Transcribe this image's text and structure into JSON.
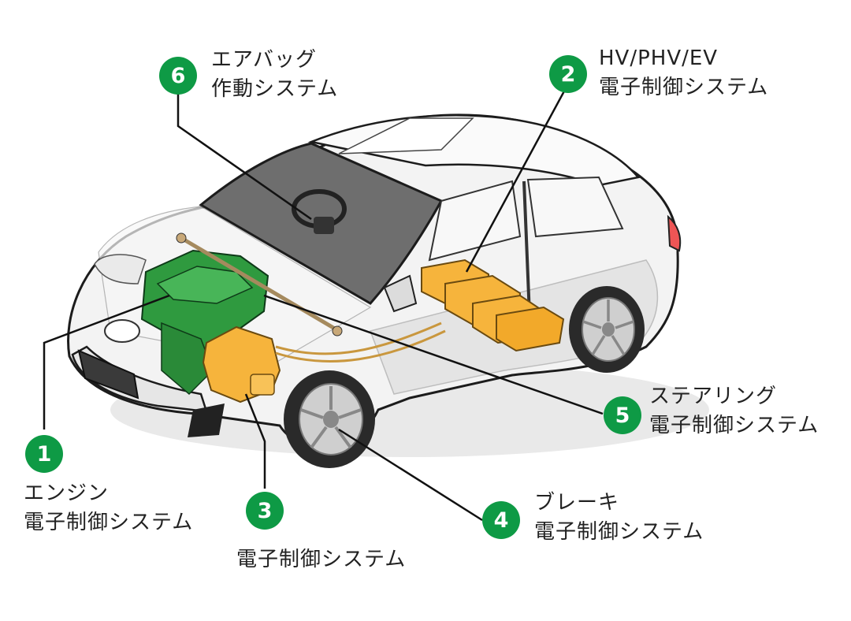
{
  "colors": {
    "badge": "#0e9a45",
    "engine_green": "#2f9a3f",
    "battery_orange": "#f6b43c",
    "car_body": "#f3f3f3",
    "outline": "#1c1c1c",
    "windshield": "#6e6e6e",
    "leader_line": "#111111"
  },
  "callouts": [
    {
      "number": "1",
      "lines": [
        "エンジン",
        "電子制御システム"
      ]
    },
    {
      "number": "2",
      "lines": [
        "HV/PHV/EV",
        "電子制御システム"
      ]
    },
    {
      "number": "3",
      "lines": [
        "電子制御システム"
      ]
    },
    {
      "number": "4",
      "lines": [
        "ブレーキ",
        "電子制御システム"
      ]
    },
    {
      "number": "5",
      "lines": [
        "ステアリング",
        "電子制御システム"
      ]
    },
    {
      "number": "6",
      "lines": [
        "エアバッグ",
        "作動システム"
      ]
    }
  ]
}
